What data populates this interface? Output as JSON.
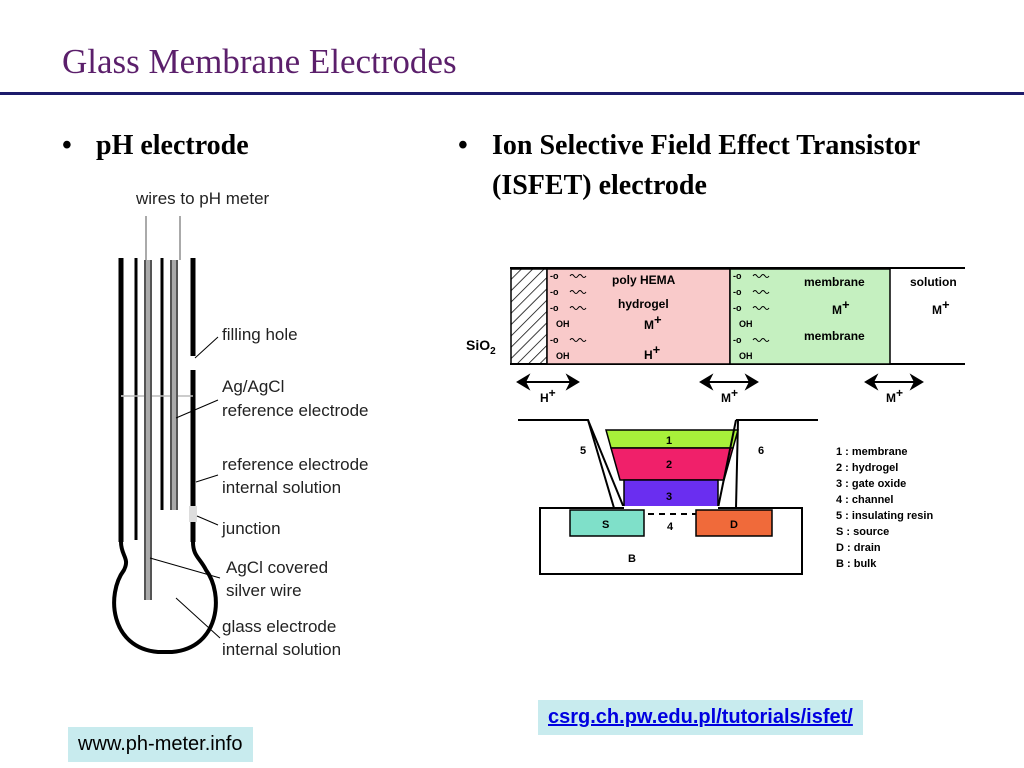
{
  "title": "Glass Membrane Electrodes",
  "bullets": [
    {
      "marker": "•",
      "text": "pH electrode"
    },
    {
      "marker": "•",
      "text": "Ion Selective Field Effect Transistor (ISFET) electrode"
    }
  ],
  "ph_diagram": {
    "labels": {
      "wires": "wires to pH meter",
      "filling_hole": "filling hole",
      "agagcl_1": "Ag/AgCl",
      "agagcl_2": "reference electrode",
      "ref_sol_1": "reference electrode",
      "ref_sol_2": "internal solution",
      "junction": "junction",
      "agcl_wire_1": "AgCl covered",
      "agcl_wire_2": "silver wire",
      "glass_sol_1": "glass electrode",
      "glass_sol_2": "internal solution"
    }
  },
  "isfet_diagram": {
    "sio2": "SiO",
    "sio2_sub": "2",
    "group_o": "-o",
    "group_oh": "OH",
    "hydrogel_lines": [
      "poly  HEMA",
      "hydrogel"
    ],
    "hydrogel_m": "M",
    "hydrogel_h": "H",
    "plus": "+",
    "membrane_top": "membrane",
    "membrane_m": "M",
    "membrane_bottom": "membrane",
    "solution": "solution",
    "solution_m": "M",
    "arrows": [
      {
        "ion": "H"
      },
      {
        "ion": "M"
      },
      {
        "ion": "M"
      }
    ],
    "layer_numbers": [
      "1",
      "2",
      "3",
      "4",
      "5",
      "6"
    ],
    "source_label": "S",
    "drain_label": "D",
    "bulk_label": "B",
    "legend": [
      "1 :  membrane",
      "2 :  hydrogel",
      "3 :  gate oxide",
      "4 :  channel",
      "5 :  insulating resin",
      "S :  source",
      "D :  drain",
      "B :  bulk"
    ],
    "colors": {
      "hydrogel": "#f9caca",
      "membrane": "#c5f0c0",
      "layer1": "#a8f03a",
      "layer2": "#f0206a",
      "layer3": "#6a2ef0",
      "source": "#7fe0c9",
      "drain": "#f06a3a"
    }
  },
  "captions": {
    "left": "www.ph-meter.info",
    "right": "csrg.ch.pw.edu.pl/tutorials/isfet/"
  }
}
